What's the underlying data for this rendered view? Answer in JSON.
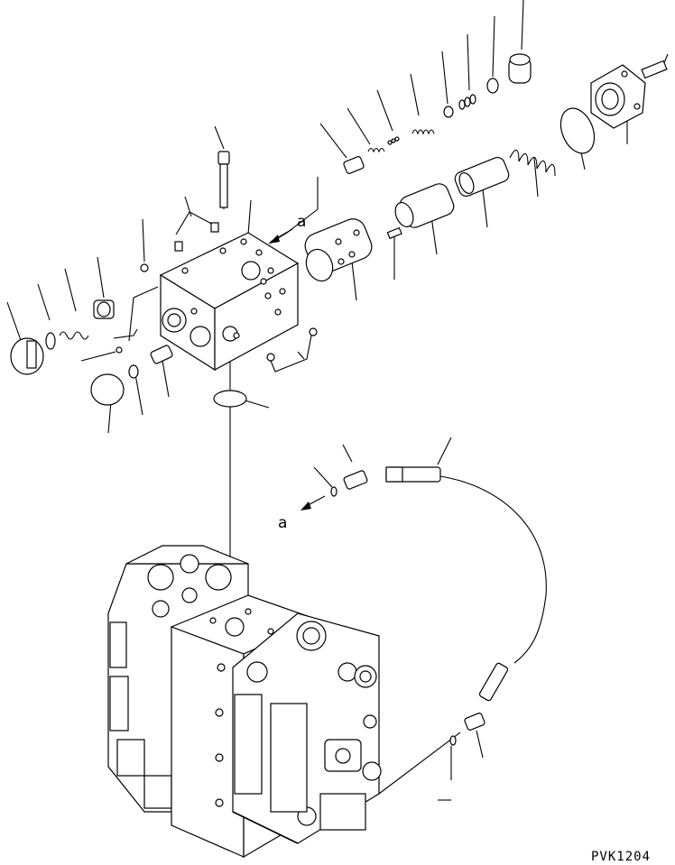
{
  "diagram": {
    "ref_label_a1": "a",
    "ref_label_a2": "a",
    "drawing_code": "PVK1204"
  }
}
